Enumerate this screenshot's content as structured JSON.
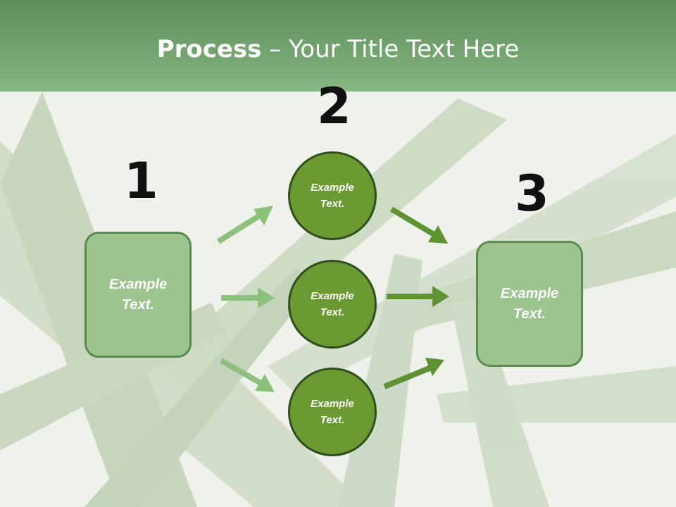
{
  "title": {
    "bold": "Process",
    "rest": " – Your Title Text Here"
  },
  "steps": {
    "one": "1",
    "two": "2",
    "three": "3"
  },
  "left_box": {
    "line1": "Example",
    "line2": "Text."
  },
  "circles": [
    {
      "line1": "Example",
      "line2": "Text."
    },
    {
      "line1": "Example",
      "line2": "Text."
    },
    {
      "line1": "Example",
      "line2": "Text."
    }
  ],
  "right_box": {
    "line1": "Example",
    "line2": "Text."
  },
  "colors": {
    "light_arrow": "#8dbf7d",
    "dark_arrow": "#5e9232",
    "box_fill": "#9cc48f",
    "circle_fill": "#6b9a33"
  }
}
